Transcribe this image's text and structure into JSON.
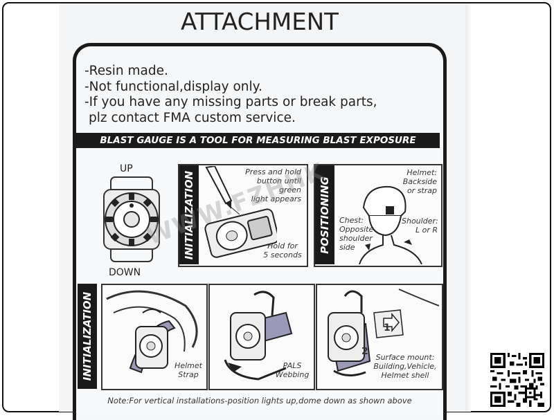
{
  "title": "ATTACHMENT",
  "notes": [
    "-Resin made.",
    "-Not functional,display only.",
    "-If you have any missing parts or break parts,",
    " plz contact FMA custom service."
  ],
  "banner": "BLAST GAUGE IS A TOOL FOR MEASURING BLAST EXPOSURE",
  "gauge": {
    "up": "UP",
    "down": "DOWN"
  },
  "initialization_panel": {
    "label": "INITIALIZATION",
    "press_text": [
      "Press and hold",
      "button until green",
      "light appears"
    ],
    "hold_text": [
      "Hold for",
      "5 seconds"
    ]
  },
  "positioning_panel": {
    "label": "POSITIONING",
    "helmet_text": [
      "Helmet:",
      "Backside",
      "or strap"
    ],
    "chest_text": [
      "Chest:",
      "Opposite",
      "shoulder",
      "side"
    ],
    "shoulder_text": [
      "Shoulder:",
      "L or R"
    ]
  },
  "mount_row": {
    "label": "INITIALIZATION",
    "helmet_strap": [
      "Helmet",
      "Strap"
    ],
    "pals": [
      "PALS",
      "Webbing"
    ],
    "surface": [
      "Surface mount:",
      "Building,Vehicle,",
      "Helmet shell"
    ],
    "step1": "1",
    "step2": "2"
  },
  "bottom_note": "Note:For vertical installations-position lights up,dome down as shown above",
  "watermark": "WWW.FZHHK"
}
